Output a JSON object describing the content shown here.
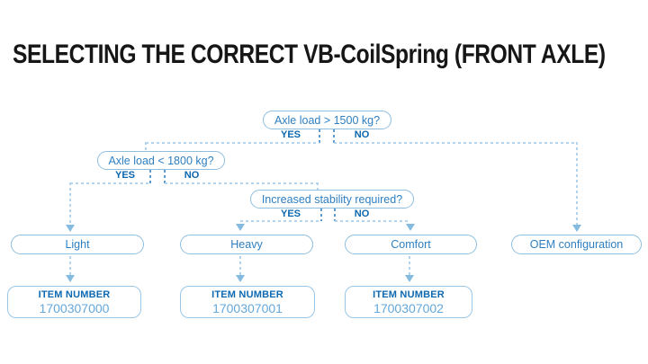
{
  "title": "SELECTING THE CORRECT VB-CoilSpring (FRONT AXLE)",
  "labels": {
    "yes": "YES",
    "no": "NO",
    "item_number": "ITEM NUMBER"
  },
  "flow": {
    "decisions": [
      {
        "question": "Axle load > 1500 kg?"
      },
      {
        "question": "Axle load < 1800 kg?"
      },
      {
        "question": "Increased stability required?"
      }
    ],
    "outcomes": [
      {
        "label": "Light",
        "item_number": "1700307000"
      },
      {
        "label": "Heavy",
        "item_number": "1700307001"
      },
      {
        "label": "Comfort",
        "item_number": "1700307002"
      },
      {
        "label": "OEM configuration",
        "item_number": null
      }
    ]
  },
  "colors": {
    "background": "#ffffff",
    "title_text": "#161616",
    "box_border": "#8fbede",
    "box_text": "#2e7fc1",
    "yes_no_text": "#0b66ad",
    "item_number_heading": "#0e69b1",
    "item_number_value": "#64a7da",
    "dash_line": "#b3d4ec",
    "dash_stub": "#5e9ccf",
    "arrow": "#85bbdf"
  }
}
